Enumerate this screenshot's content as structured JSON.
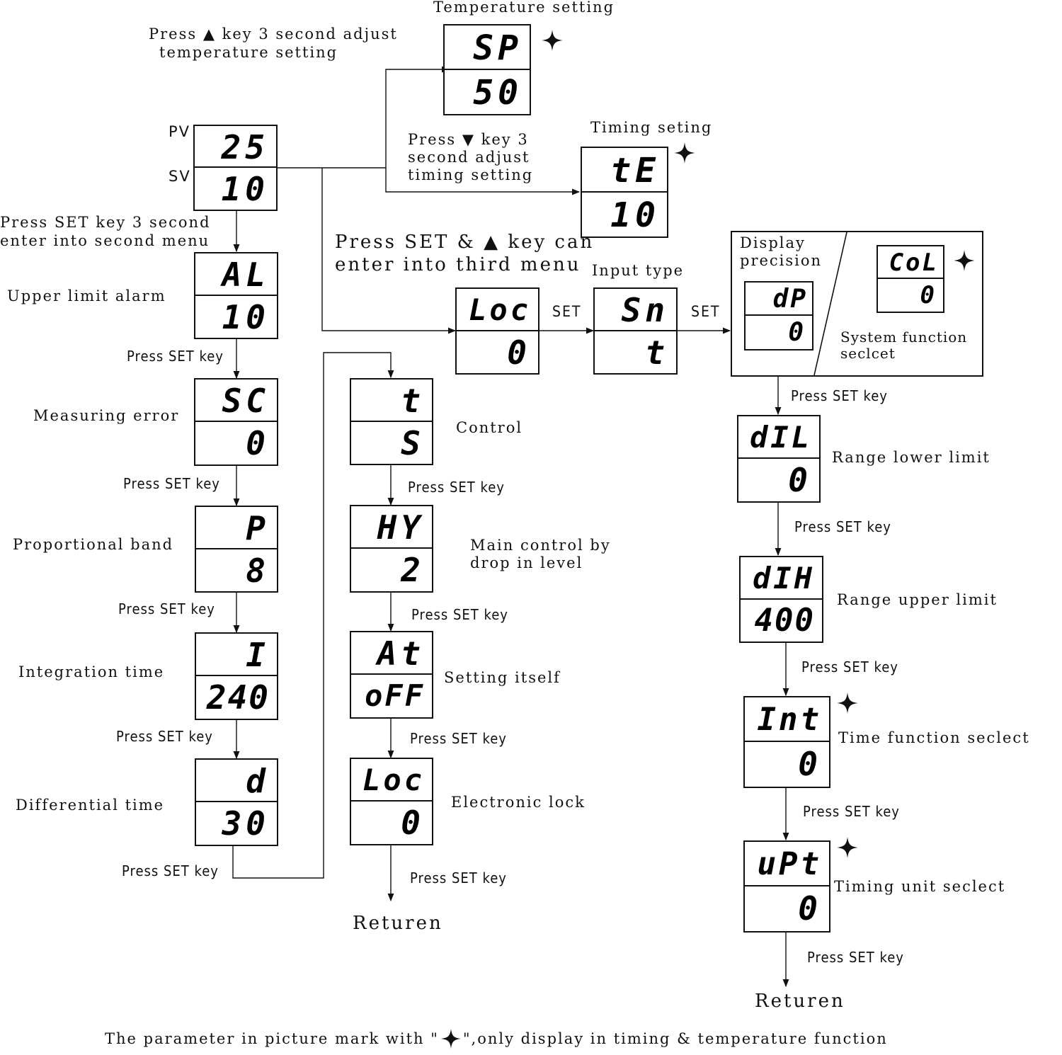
{
  "displays": {
    "pv_sv": {
      "top": "25",
      "bottom": "10",
      "pv_label": "PV",
      "sv_label": "SV"
    },
    "sp": {
      "top": "SP",
      "bottom": "50"
    },
    "te": {
      "top": "tE",
      "bottom": "10"
    },
    "al": {
      "top": "AL",
      "bottom": "10"
    },
    "sc": {
      "top": "SC",
      "bottom": "0"
    },
    "p": {
      "top": "P",
      "bottom": "8"
    },
    "i": {
      "top": "I",
      "bottom": "240"
    },
    "d": {
      "top": "d",
      "bottom": "30"
    },
    "loc_third": {
      "top": "Loc",
      "bottom": "0"
    },
    "sn": {
      "top": "Sn",
      "bottom": "t"
    },
    "dp": {
      "top": "dP",
      "bottom": "0"
    },
    "col": {
      "top": "CoL",
      "bottom": "0"
    },
    "t": {
      "top": "t",
      "bottom": "S"
    },
    "hy": {
      "top": "HY",
      "bottom": "2"
    },
    "at": {
      "top": "At",
      "bottom": "oFF"
    },
    "loc_lock": {
      "top": "Loc",
      "bottom": "0"
    },
    "dil": {
      "top": "dIL",
      "bottom": "0"
    },
    "dih": {
      "top": "dIH",
      "bottom": "400"
    },
    "int": {
      "top": "Int",
      "bottom": "0"
    },
    "upt": {
      "top": "uPt",
      "bottom": "0"
    }
  },
  "labels": {
    "temperature_setting": "Temperature setting",
    "press_up_1": "Press ▲ key 3 second adjust",
    "press_up_2": "temperature setting",
    "timing_seting": "Timing seting",
    "press_down_1": "Press ▼ key 3",
    "press_down_2": "second adjust",
    "press_down_3": "timing setting",
    "press_set_second_1": "Press SET key 3 second",
    "press_set_second_2": "enter into second menu",
    "press_set_third_1": "Press SET & ▲ key can",
    "press_set_third_2": "enter into third menu",
    "input_type": "Input type",
    "set_1": "SET",
    "set_2": "SET",
    "display_precision_1": "Display",
    "display_precision_2": "precision",
    "system_function_1": "System function",
    "system_function_2": "seclcet",
    "upper_limit_alarm": "Upper limit alarm",
    "measuring_error": "Measuring error",
    "proportional_band": "Proportional band",
    "integration_time": "Integration time",
    "differential_time": "Differential time",
    "control": "Control",
    "main_control_1": "Main control by",
    "main_control_2": "drop in level",
    "setting_itself": "Setting itself",
    "electronic_lock": "Electronic lock",
    "range_lower_limit": "Range lower limit",
    "range_upper_limit": "Range upper limit",
    "time_function_seclect": "Time function seclect",
    "timing_unit_seclect": "Timing unit seclect",
    "press_set_key": "Press SET key",
    "returen": "Returen",
    "footer_before": "The parameter in picture mark with \"",
    "footer_after": "\",only display in timing & temperature function"
  }
}
